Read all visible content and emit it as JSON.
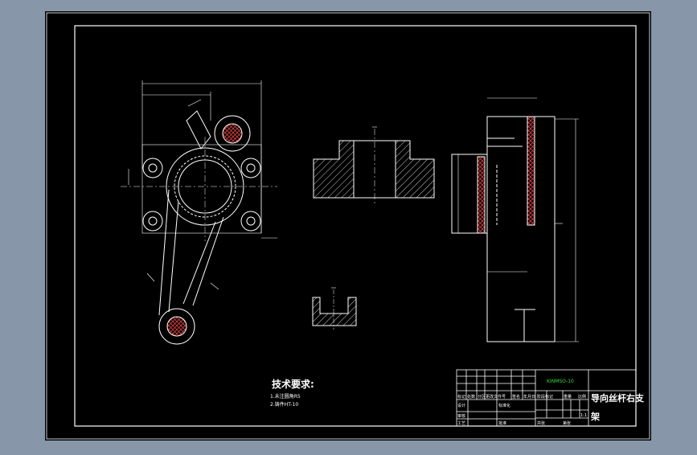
{
  "tech_requirements": {
    "title": "技术要求:",
    "items": [
      "1.未注圆角R5",
      "2.铸件HT-10"
    ]
  },
  "title_block": {
    "drawing_number": "KINMSO-10",
    "part_name": "导向丝杆右支架",
    "scale": "1:1",
    "cells": {
      "mark": "标记",
      "count": "处数",
      "zone": "分区",
      "change_doc": "更改文件号",
      "sign": "签名",
      "date": "年月日",
      "design": "设计",
      "standardize": "标准化",
      "stage_mark": "阶段标记",
      "weight": "重量",
      "ratio": "比例",
      "review": "审核",
      "process": "工艺",
      "approve": "批准",
      "sheets": "共张",
      "sheet_no": "第张"
    }
  },
  "colors": {
    "background": "#8796a8",
    "paper": "#000000",
    "line": "#ffffff",
    "accent": "#3cdc3c",
    "hatch": "#e04040"
  }
}
